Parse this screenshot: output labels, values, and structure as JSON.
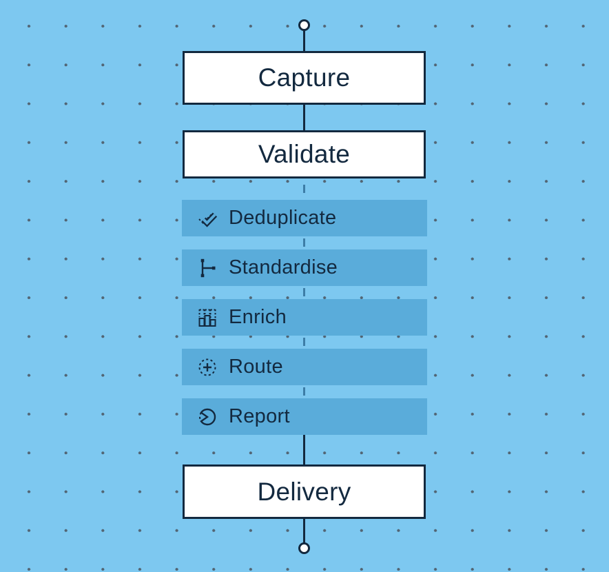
{
  "flow": {
    "start_node": {
      "shape": "circle"
    },
    "end_node": {
      "shape": "circle"
    },
    "major_stages": [
      {
        "label": "Capture"
      },
      {
        "label": "Validate"
      },
      {
        "label": "Delivery"
      }
    ],
    "process_steps": [
      {
        "label": "Deduplicate",
        "icon": "double-check-icon"
      },
      {
        "label": "Standardise",
        "icon": "branch-node-icon"
      },
      {
        "label": "Enrich",
        "icon": "bar-columns-icon"
      },
      {
        "label": "Route",
        "icon": "plus-dashed-circle-icon"
      },
      {
        "label": "Report",
        "icon": "pie-chart-icon"
      }
    ],
    "connectors": {
      "stage_connector_style": "solid",
      "step_connector_style": "dashed"
    }
  },
  "colors": {
    "background": "#7dc8f0",
    "grid_dot": "#4a545e",
    "outline_and_text": "#13293f",
    "stage_box_fill": "#ffffff",
    "step_box_fill": "#5aacda",
    "dashed_connector": "#3d7da7"
  }
}
